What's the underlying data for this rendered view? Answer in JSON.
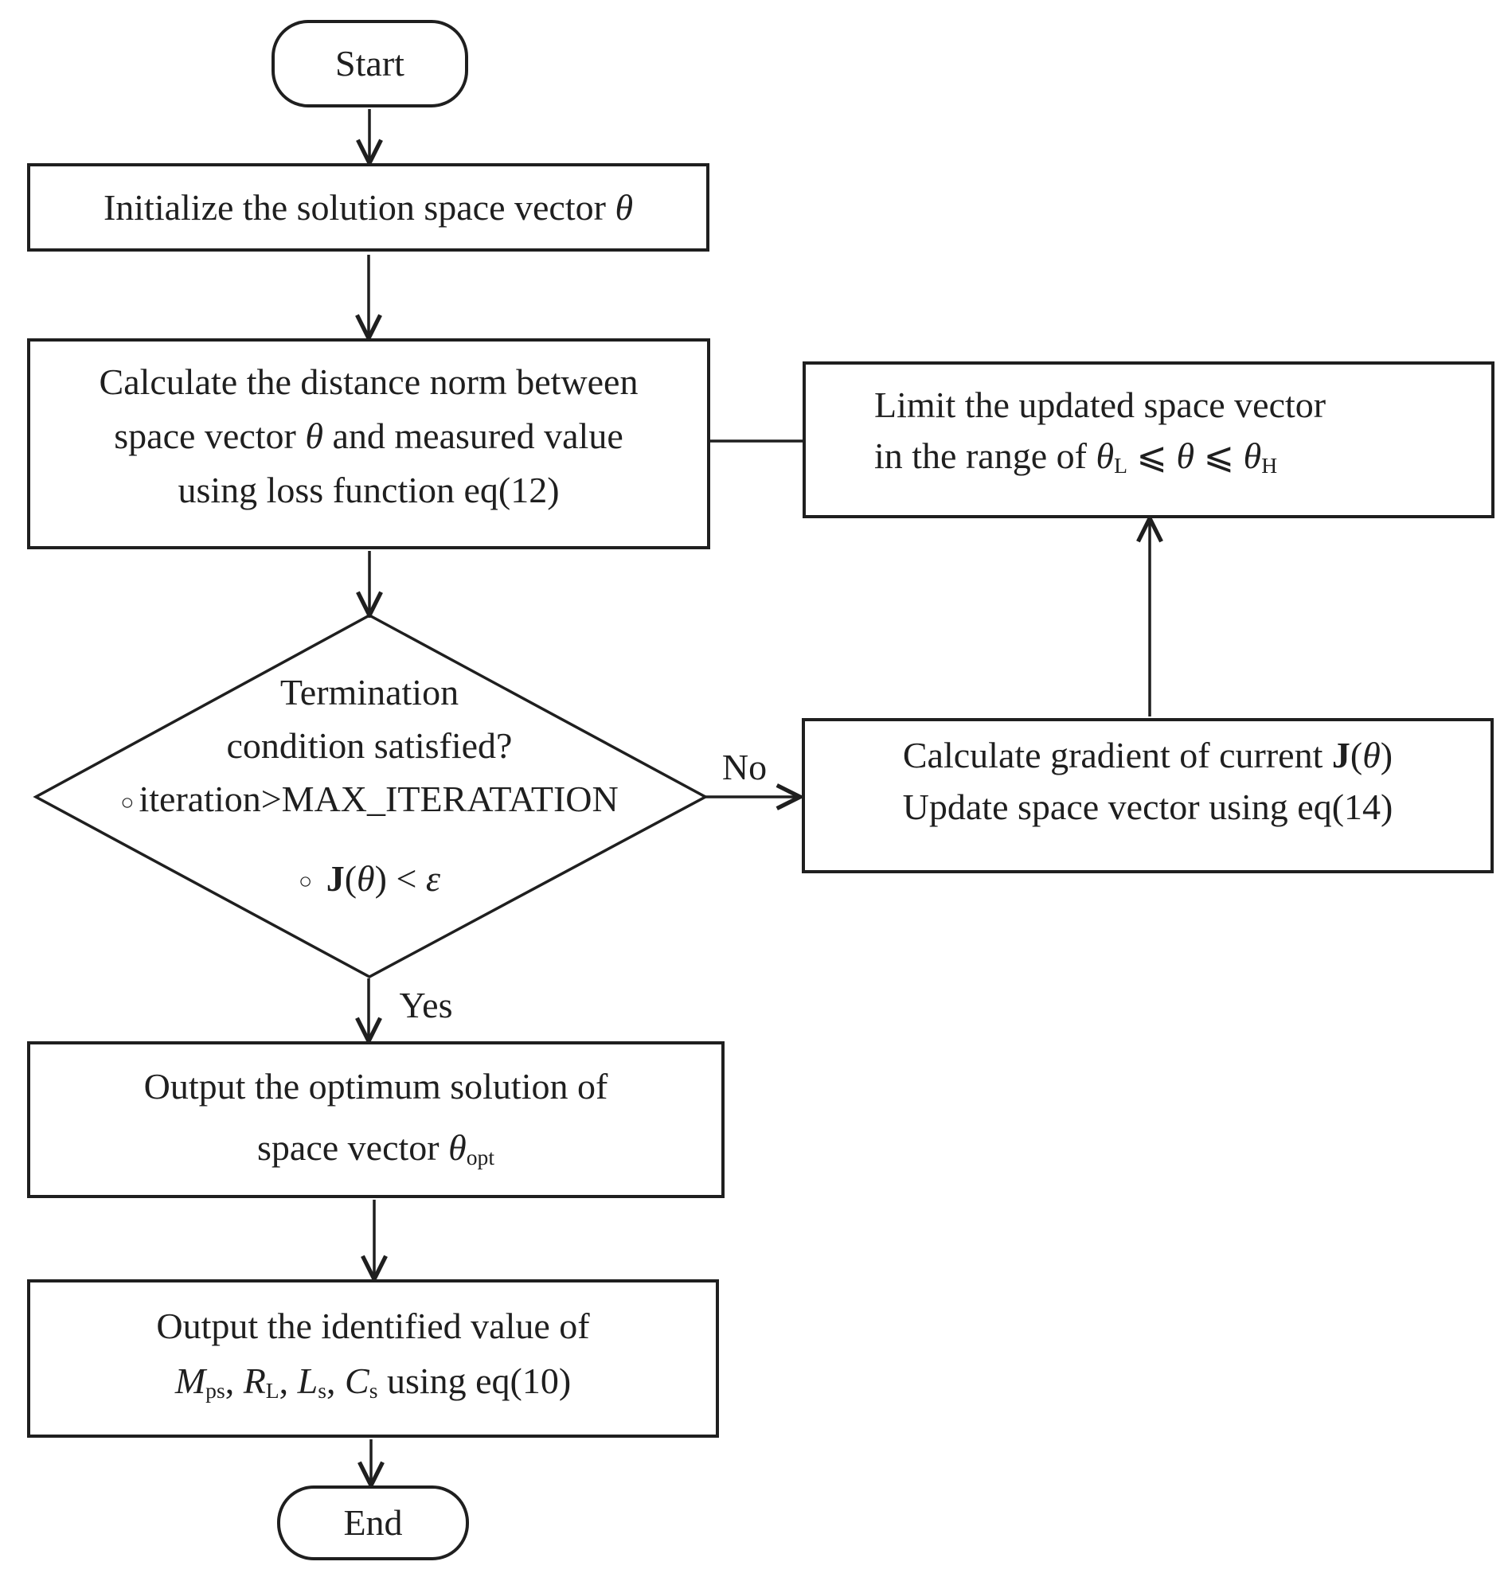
{
  "colors": {
    "ink": "#1f1f1f",
    "background": "#ffffff"
  },
  "nodes": {
    "start": {
      "label": "Start"
    },
    "init": {
      "lines": [
        [
          {
            "t": "Initialize the solution space vector ",
            "c": ""
          },
          {
            "t": "θ",
            "c": "it"
          }
        ]
      ]
    },
    "calc_distance": {
      "lines": [
        [
          {
            "t": "Calculate the distance norm between",
            "c": ""
          }
        ],
        [
          {
            "t": "space vector ",
            "c": ""
          },
          {
            "t": "θ",
            "c": "it"
          },
          {
            "t": " and measured value",
            "c": ""
          }
        ],
        [
          {
            "t": "using loss function eq(12)",
            "c": ""
          }
        ]
      ]
    },
    "limit": {
      "lines": [
        [
          {
            "t": "Limit the updated space vector",
            "c": ""
          }
        ],
        [
          {
            "t": "in the range of ",
            "c": ""
          },
          {
            "t": "θ",
            "c": "it"
          },
          {
            "t": "L",
            "c": "sub"
          },
          {
            "t": " ⩽ ",
            "c": ""
          },
          {
            "t": "θ",
            "c": "it"
          },
          {
            "t": " ⩽ ",
            "c": ""
          },
          {
            "t": "θ",
            "c": "it"
          },
          {
            "t": "H",
            "c": "sub"
          }
        ]
      ]
    },
    "decision": {
      "lines": [
        [
          {
            "t": "Termination",
            "c": ""
          }
        ],
        [
          {
            "t": "condition satisfied?",
            "c": ""
          }
        ],
        [
          {
            "t": "○",
            "c": "bullet"
          },
          {
            "t": "iteration>MAX_ITERATATION",
            "c": ""
          }
        ],
        [
          {
            "t": "○",
            "c": "bullet"
          },
          {
            "t": " ",
            "c": ""
          },
          {
            "t": "J",
            "c": "bd"
          },
          {
            "t": "(",
            "c": ""
          },
          {
            "t": "θ",
            "c": "it"
          },
          {
            "t": ")",
            "c": ""
          },
          {
            "t": " < ",
            "c": ""
          },
          {
            "t": "ε",
            "c": "it"
          }
        ]
      ]
    },
    "calc_gradient": {
      "lines": [
        [
          {
            "t": "Calculate gradient of current ",
            "c": ""
          },
          {
            "t": "J",
            "c": "bd"
          },
          {
            "t": "(",
            "c": ""
          },
          {
            "t": "θ",
            "c": "it"
          },
          {
            "t": ")",
            "c": ""
          }
        ],
        [
          {
            "t": "Update space vector using eq(14)",
            "c": ""
          }
        ]
      ]
    },
    "output_optimum": {
      "lines": [
        [
          {
            "t": "Output the optimum solution of",
            "c": ""
          }
        ],
        [
          {
            "t": "space vector ",
            "c": ""
          },
          {
            "t": "θ",
            "c": "it"
          },
          {
            "t": "opt",
            "c": "sub"
          }
        ]
      ]
    },
    "output_identified": {
      "lines": [
        [
          {
            "t": "Output the identified value of",
            "c": ""
          }
        ],
        [
          {
            "t": "M",
            "c": "it"
          },
          {
            "t": "ps",
            "c": "sub"
          },
          {
            "t": ", ",
            "c": ""
          },
          {
            "t": "R",
            "c": "it"
          },
          {
            "t": "L",
            "c": "sub"
          },
          {
            "t": ", ",
            "c": ""
          },
          {
            "t": "L",
            "c": "it"
          },
          {
            "t": "s",
            "c": "sub"
          },
          {
            "t": ", ",
            "c": ""
          },
          {
            "t": "C",
            "c": "it"
          },
          {
            "t": "s",
            "c": "sub"
          },
          {
            "t": " using eq(10)",
            "c": ""
          }
        ]
      ]
    },
    "end": {
      "label": "End"
    }
  },
  "edge_labels": {
    "yes": "Yes",
    "no": "No"
  }
}
